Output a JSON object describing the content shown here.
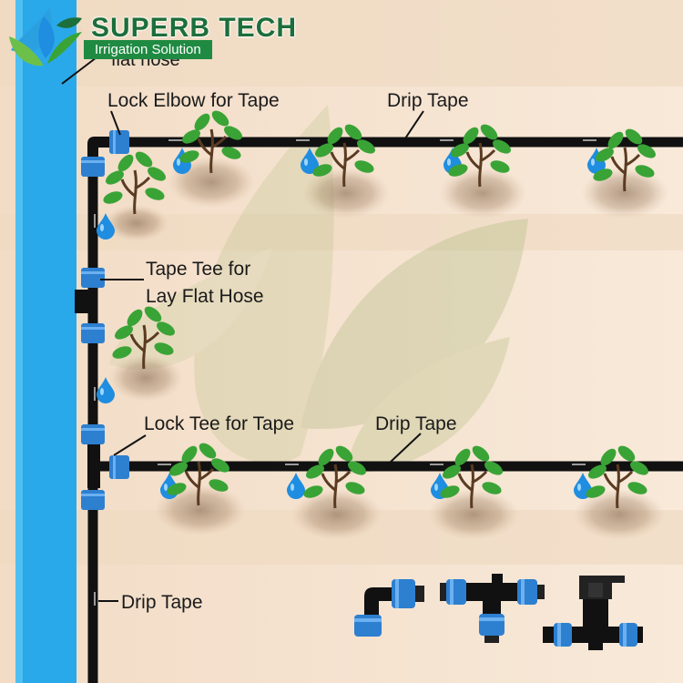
{
  "brand": {
    "name": "SUPERB TECH",
    "tagline": "Irrigation Solution",
    "colors": {
      "green": "#1f8a42",
      "dark_green": "#1c6e3a",
      "light_green": "#6cc04a"
    }
  },
  "obscured_label": "flat hose",
  "labels": {
    "lock_elbow": "Lock Elbow for Tape",
    "drip_tape_top": "Drip Tape",
    "tape_tee_line1": "Tape Tee for",
    "tape_tee_line2": "Lay Flat Hose",
    "lock_tee": "Lock Tee for Tape",
    "drip_tape_middle": "Drip Tape",
    "drip_tape_bottom": "Drip Tape"
  },
  "colors": {
    "soil": "#f7e6d3",
    "main_hose": "#29a8ea",
    "pipe": "#111111",
    "fitting_blue": "#2d7fd0",
    "drop": "#1f8de0",
    "leaf": "#3aa336"
  },
  "icons": [
    "water-drop-icon",
    "plant-seedling-icon",
    "lock-elbow-fitting-icon",
    "lock-tee-fitting-icon",
    "tape-tee-valve-fitting-icon",
    "leaf-logo-icon"
  ]
}
